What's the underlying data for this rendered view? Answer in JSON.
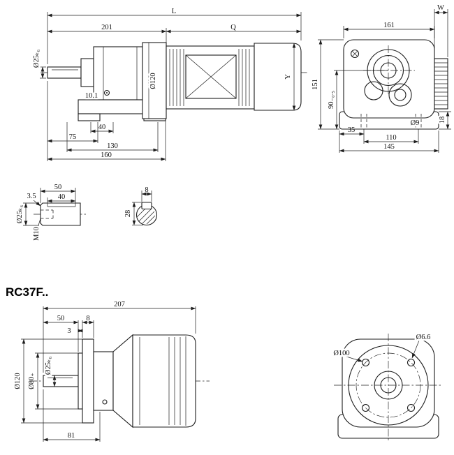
{
  "title": "RC37F..",
  "side_view": {
    "dim_L": "L",
    "dim_201": "201",
    "dim_Q": "Q",
    "dim_shaft_dia": "Ø25ₖ₆",
    "dim_flange_dia": "Ø120",
    "dim_Y": "Y",
    "dim_10_1": "10.1",
    "dim_40": "40",
    "dim_75": "75",
    "dim_130": "130",
    "dim_160": "160"
  },
  "end_view": {
    "dim_W": "W",
    "dim_161": "161",
    "dim_151": "151",
    "dim_90": "90₋₀.₅",
    "dim_35": "35",
    "dim_hole": "Ø9",
    "dim_110": "110",
    "dim_145": "145",
    "dim_18": "18"
  },
  "shaft_detail": {
    "dim_50": "50",
    "dim_40": "40",
    "dim_3_5": "3.5",
    "dim_dia": "Ø25ₖ₆",
    "dim_thread": "M10"
  },
  "key_section": {
    "dim_8": "8",
    "dim_28": "28"
  },
  "flange_side_view": {
    "dim_207": "207",
    "dim_50": "50",
    "dim_8": "8",
    "dim_3": "3",
    "dim_dia120": "Ø120",
    "dim_dia80": "Ø80₊",
    "dim_dia25": "Ø25ₖ₆",
    "dim_81": "81"
  },
  "flange_front_view": {
    "dim_hole": "Ø6.6",
    "dim_bolt_circle": "Ø100"
  }
}
